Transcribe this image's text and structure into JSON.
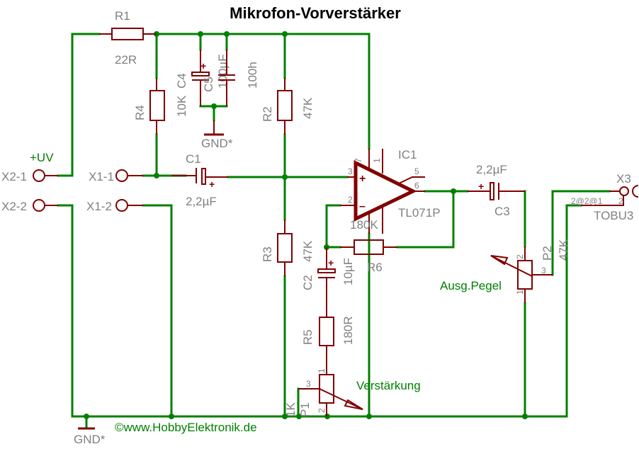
{
  "title": "Mikrofon-Vorverstärker",
  "colors": {
    "wire": "#008000",
    "component": "#800000",
    "label": "#808080",
    "title": "#000000"
  },
  "components": {
    "R1": {
      "name": "R1",
      "value": "22R"
    },
    "R4": {
      "name": "R4",
      "value": "10K"
    },
    "C4": {
      "name": "C4",
      "value": "100h"
    },
    "C5": {
      "name": "C5",
      "value": "100µF"
    },
    "R2": {
      "name": "R2",
      "value": "47K"
    },
    "R3": {
      "name": "R3",
      "value": "47K"
    },
    "C1": {
      "name": "C1",
      "value": "2,2µF"
    },
    "IC1": {
      "name": "IC1",
      "value": "TL071P",
      "pins": [
        "3",
        "2",
        "7",
        "1",
        "5",
        "6"
      ]
    },
    "R6": {
      "name": "R6",
      "value": "180K"
    },
    "C2": {
      "name": "C2",
      "value": "10µF"
    },
    "R5": {
      "name": "R5",
      "value": "180R"
    },
    "P1": {
      "name": "P1",
      "value": "1K",
      "label": "Verstärkung",
      "pins": [
        "1",
        "2",
        "3"
      ]
    },
    "C3": {
      "name": "C3",
      "value": "2,2µF"
    },
    "P2": {
      "name": "P2",
      "value": "47K",
      "label": "Ausg.Pegel",
      "pins": [
        "1",
        "2",
        "3"
      ]
    },
    "X3": {
      "name": "X3",
      "value": "TOBU3",
      "pins": "2@2@1",
      "pin2": "2"
    }
  },
  "connectors": {
    "x2_1": "X2-1",
    "x2_2": "X2-2",
    "x1_1": "X1-1",
    "x1_2": "X1-2",
    "supply": "+UV"
  },
  "gnd": {
    "top": "GND*",
    "bottom": "GND*"
  },
  "footer": "©www.HobbyElektronik.de"
}
